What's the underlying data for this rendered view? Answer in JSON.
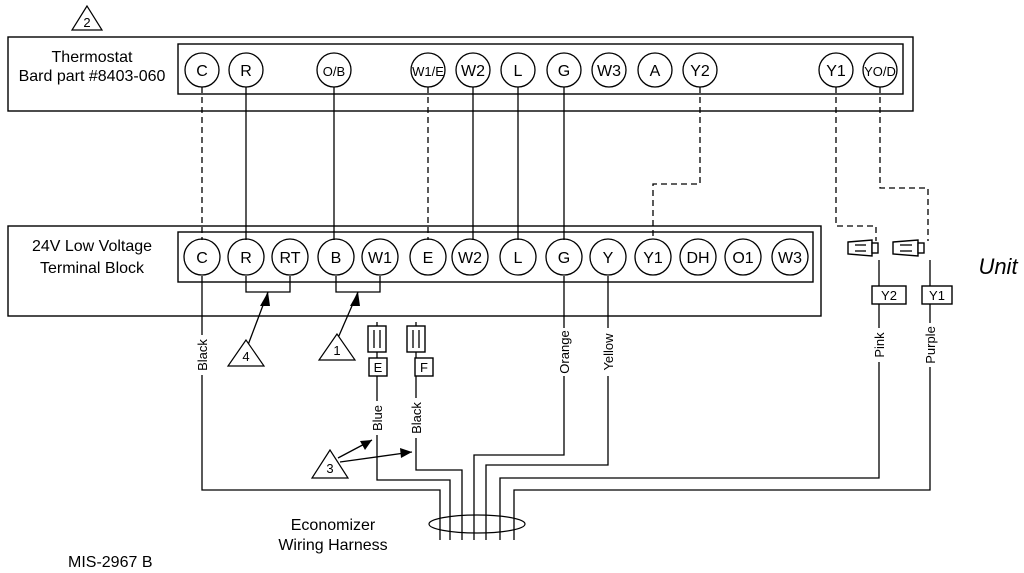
{
  "thermostat": {
    "title_line1": "Thermostat",
    "title_line2": "Bard part #8403-060",
    "terminals": [
      "C",
      "R",
      "O/B",
      "W1/E",
      "W2",
      "L",
      "G",
      "W3",
      "A",
      "Y2",
      "Y1",
      "YO/D"
    ]
  },
  "terminal_block": {
    "title_line1": "24V Low Voltage",
    "title_line2": "Terminal Block",
    "terminals": [
      "C",
      "R",
      "RT",
      "B",
      "W1",
      "E",
      "W2",
      "L",
      "G",
      "Y",
      "Y1",
      "DH",
      "O1",
      "W3"
    ]
  },
  "notes": {
    "n1": "1",
    "n2": "2",
    "n3": "3",
    "n4": "4"
  },
  "wire_labels": {
    "black_c": "Black",
    "blue": "Blue",
    "black_f": "Black",
    "orange": "Orange",
    "yellow": "Yellow",
    "pink": "Pink",
    "purple": "Purple"
  },
  "connector_tags": {
    "e": "E",
    "f": "F",
    "y2": "Y2",
    "y1": "Y1"
  },
  "unit_label": "Unit",
  "harness_line1": "Economizer",
  "harness_line2": "Wiring Harness",
  "doc_id": "MIS-2967 B"
}
